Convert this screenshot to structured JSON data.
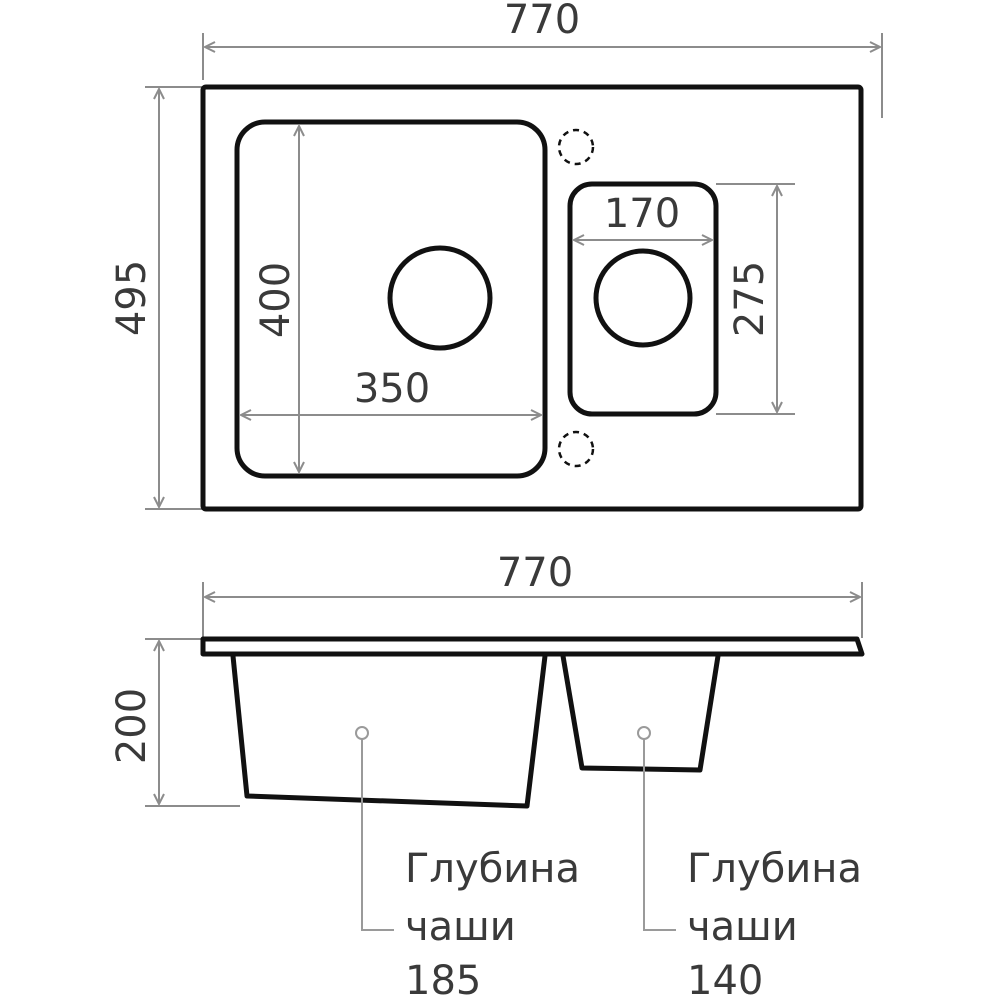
{
  "top_view": {
    "overall_width": "770",
    "overall_height": "495",
    "big_bowl_width": "350",
    "big_bowl_height": "400",
    "small_bowl_width": "170",
    "small_bowl_height": "275"
  },
  "side_view": {
    "overall_width": "770",
    "depth": "200",
    "big_bowl_note": {
      "line1": "Глубина",
      "line2": "чаши",
      "line3": "185"
    },
    "small_bowl_note": {
      "line1": "Глубина",
      "line2": "чаши",
      "line3": "140"
    }
  },
  "colors": {
    "outline": "#111111",
    "dimension": "#8c8c8c",
    "text": "#3a3a3a"
  }
}
